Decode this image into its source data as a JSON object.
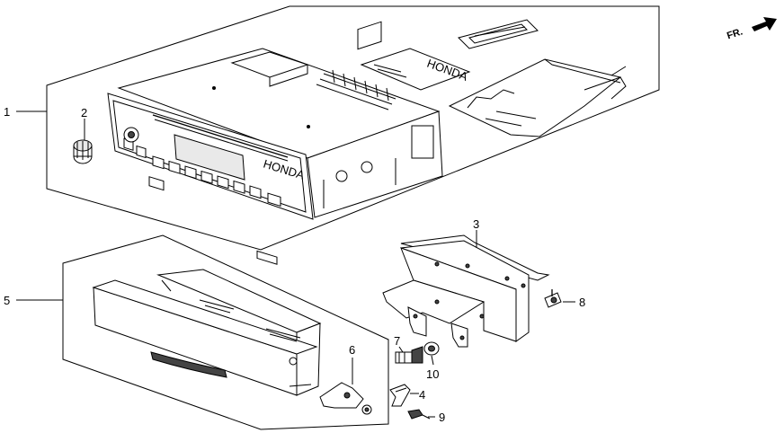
{
  "direction_indicator": {
    "label": "FR."
  },
  "callouts": {
    "c1": "1",
    "c2": "2",
    "c3": "3",
    "c4": "4",
    "c5": "5",
    "c6": "6",
    "c7": "7",
    "c8": "8",
    "c9": "9",
    "c10": "10"
  },
  "parts": {
    "radio_faceplate_brand": "HONDA",
    "manual_brand": "HONDA"
  }
}
